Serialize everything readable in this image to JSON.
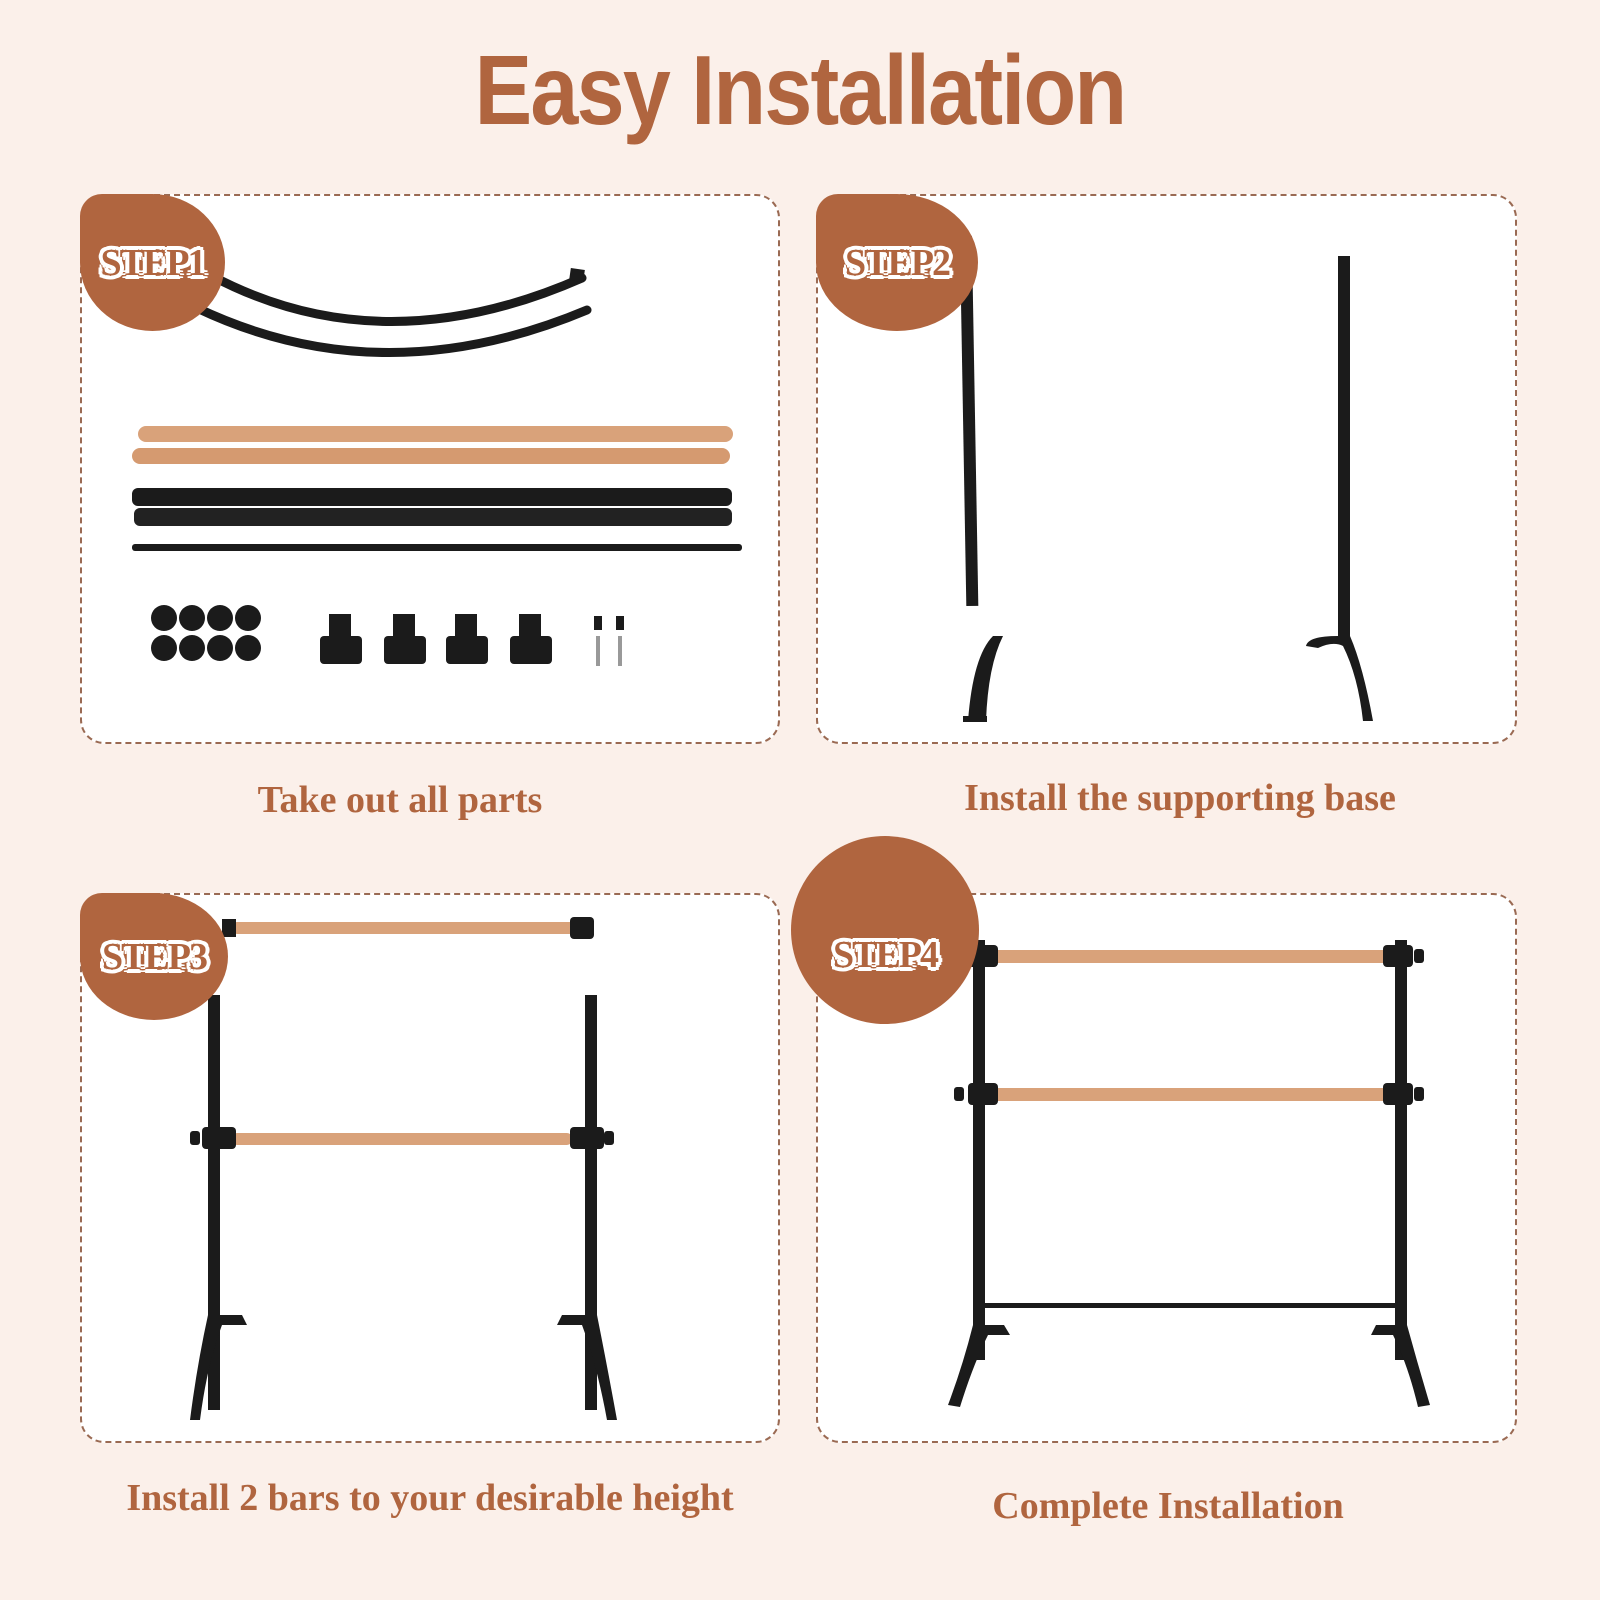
{
  "title": "Easy Installation",
  "colors": {
    "accent": "#B0653F",
    "background": "#FBF0EA",
    "card": "#FFFFFF",
    "card_border": "#9A6A53",
    "metal": "#1B1B1B",
    "wood": "#D9A27A"
  },
  "steps": [
    {
      "badge": "STEP1",
      "caption": "Take out all parts",
      "illustration": "parts-kit-icon"
    },
    {
      "badge": "STEP2",
      "caption": "Install the supporting base",
      "illustration": "uprights-with-feet-icon"
    },
    {
      "badge": "STEP3",
      "caption": "Install 2 bars to your desirable height",
      "illustration": "bars-attaching-icon"
    },
    {
      "badge": "STEP4",
      "caption": "Complete Installation",
      "illustration": "assembled-barre-icon"
    }
  ]
}
